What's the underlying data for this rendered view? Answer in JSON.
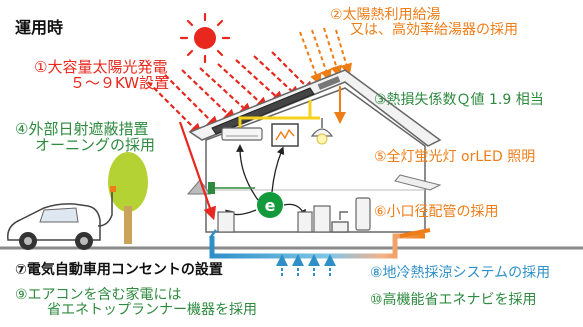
{
  "title": "運用時",
  "labels": {
    "l1_line1": "①大容量太陽光発電",
    "l1_line2": "５～９KW設置",
    "l2_line1": "②太陽熱利用給湯",
    "l2_line2": "又は、高効率給湯器の採用",
    "l3": "③熱損失係数Ｑ値 1.9 相当",
    "l4_line1": "④外部日射遮蔽措置",
    "l4_line2": "オーニングの採用",
    "l5": "⑤全灯蛍光灯 orLED 照明",
    "l6": "⑥小口径配管の採用",
    "l7": "⑦電気自動車用コンセントの設置",
    "l8": "⑧地冷熱採涼システムの採用",
    "l9_line1": "⑨エアコンを含む家電には",
    "l9_line2": "省エネトップランナー機器を採用",
    "l10": "⑩高機能省エネナビを採用"
  },
  "colors": {
    "red": "#e8281e",
    "orange": "#ef7d17",
    "green": "#2d8a3e",
    "blue": "#2f8fc7",
    "sun": "#e8281e",
    "ground": "#8a8a8a",
    "tree": "#b4d233",
    "hems": "#139a3c"
  },
  "icons": [
    "sun-icon",
    "house-icon",
    "tree-icon",
    "electric-car-icon",
    "air-conditioner-icon",
    "hems-monitor-icon",
    "lamp-icon",
    "water-heater-icon",
    "faucet-icon"
  ]
}
